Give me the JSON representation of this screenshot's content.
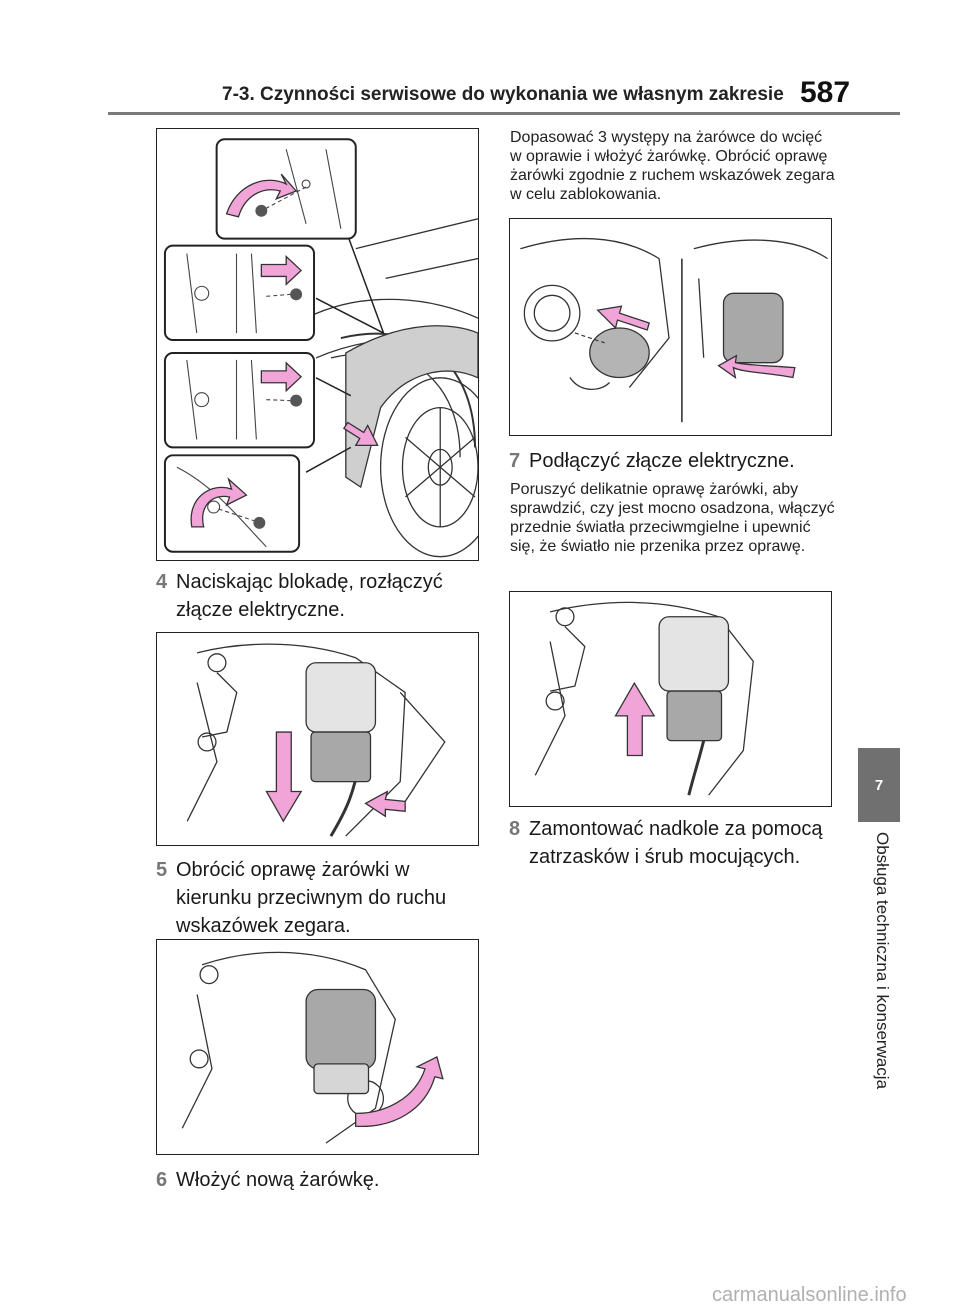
{
  "header": {
    "section_title": "7-3. Czynności serwisowe do wykonania we własnym zakresie",
    "page_number": "587"
  },
  "side_tab": {
    "chapter_number": "7",
    "chapter_title": "Obsługa techniczna i konserwacja"
  },
  "steps": [
    {
      "number": "4",
      "text": "Naciskając blokadę, rozłączyć złącze elektryczne."
    },
    {
      "number": "5",
      "text": "Obrócić oprawę żarówki w kierunku przeciwnym do ruchu wskazówek zegara."
    },
    {
      "number": "6",
      "text": "Włożyć nową żarówkę."
    },
    {
      "number": "7",
      "text": "Podłączyć złącze elektryczne."
    },
    {
      "number": "8",
      "text": "Zamontować nadkole za pomocą zatrzasków i śrub mocujących."
    }
  ],
  "paragraphs": {
    "insert_bulb": "Dopasować 3 występy na żarówce do wcięć w oprawie i włożyć żarówkę. Obrócić oprawę żarówki zgodnie z ruchem wskazówek zegara w celu zablokowania.",
    "check_connection": "Poruszyć delikatnie oprawę żarówki, aby sprawdzić, czy jest mocno osadzona, włączyć przednie światła przeciwmgielne i upewnić się, że światło nie przenika przez oprawę."
  },
  "colors": {
    "arrow": "#f0a4d8",
    "chapter_tab": "#707070",
    "step_number": "#777777"
  },
  "watermark": "carmanualsonline.info"
}
